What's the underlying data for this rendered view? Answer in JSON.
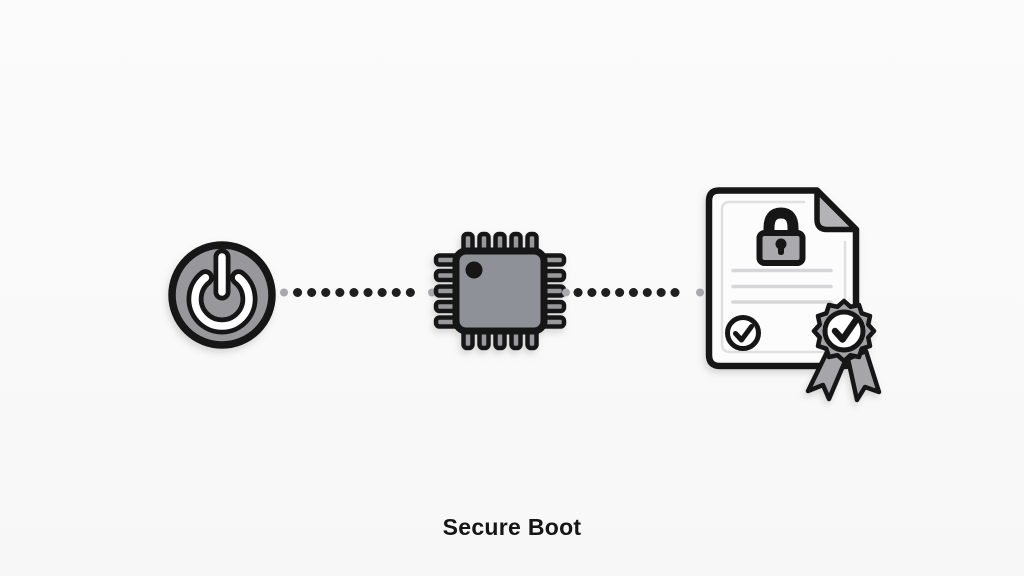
{
  "diagram": {
    "title": "Secure Boot",
    "type": "flow-illustration",
    "steps": [
      {
        "id": "power-on",
        "icon": "power-button-icon"
      },
      {
        "id": "processor",
        "icon": "chip-icon"
      },
      {
        "id": "signed-certificate",
        "icon": "certificate-icon",
        "sub_icons": [
          "lock-icon",
          "text-lines",
          "check-circle-icon",
          "ribbon-seal-icon",
          "folded-corner"
        ]
      }
    ],
    "connectors": [
      {
        "from": "power-on",
        "to": "processor",
        "style": "dotted"
      },
      {
        "from": "processor",
        "to": "signed-certificate",
        "style": "dotted"
      }
    ],
    "colors": {
      "background": "#fafafa",
      "outline": "#141414",
      "power_gray": "#97979c",
      "chip_gray": "#8e9298",
      "pin_gray": "#98989d",
      "lock_body_gray": "#aaaaae",
      "fold_gray": "#b3b3b7",
      "seal_gray": "#a3a3a7",
      "ribbon_gray": "#a6a6aa",
      "page_white": "#fcfcfd",
      "rule_line_gray": "#d6d6d8",
      "dot_color": "#1f1f1f",
      "text_color": "#161616"
    }
  }
}
